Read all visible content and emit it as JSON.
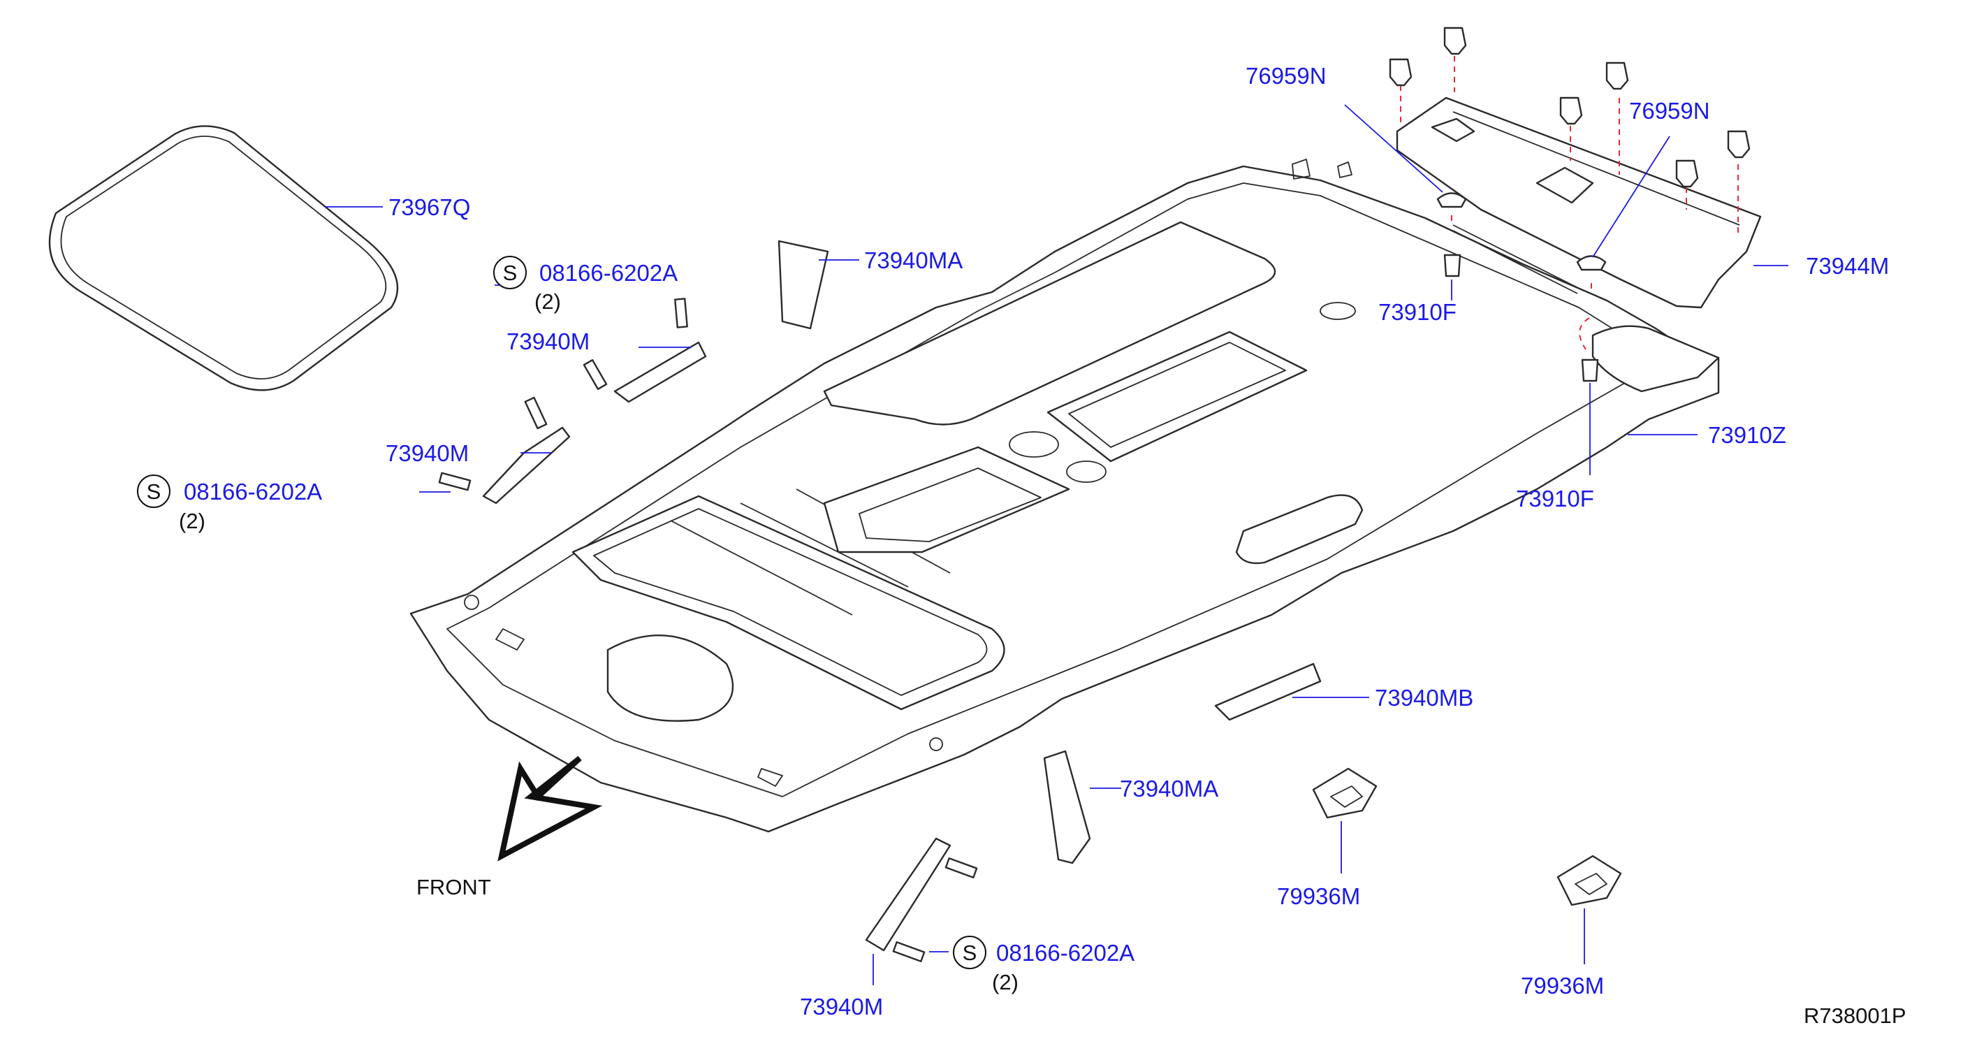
{
  "diagram": {
    "reference_code": "R738001P",
    "direction_label": "FRONT",
    "screw_symbol": "S",
    "parts": {
      "sunroof_seal": "73967Q",
      "screw_upper": "08166-6202A",
      "screw_upper_qty": "(2)",
      "screw_left": "08166-6202A",
      "screw_left_qty": "(2)",
      "screw_bottom": "08166-6202A",
      "screw_bottom_qty": "(2)",
      "grip_top_center": "73940MA",
      "grip_upper": "73940M",
      "grip_left": "73940M",
      "grip_bottom": "73940M",
      "grip_right_small": "73940MB",
      "grip_right_mid": "73940MA",
      "clip_a": "76959N",
      "clip_b": "76959N",
      "rear_trim": "73944M",
      "clip_f_upper": "73910F",
      "clip_f_lower": "73910F",
      "headlining": "73910Z",
      "hook_1": "79936M",
      "hook_2": "79936M"
    }
  }
}
